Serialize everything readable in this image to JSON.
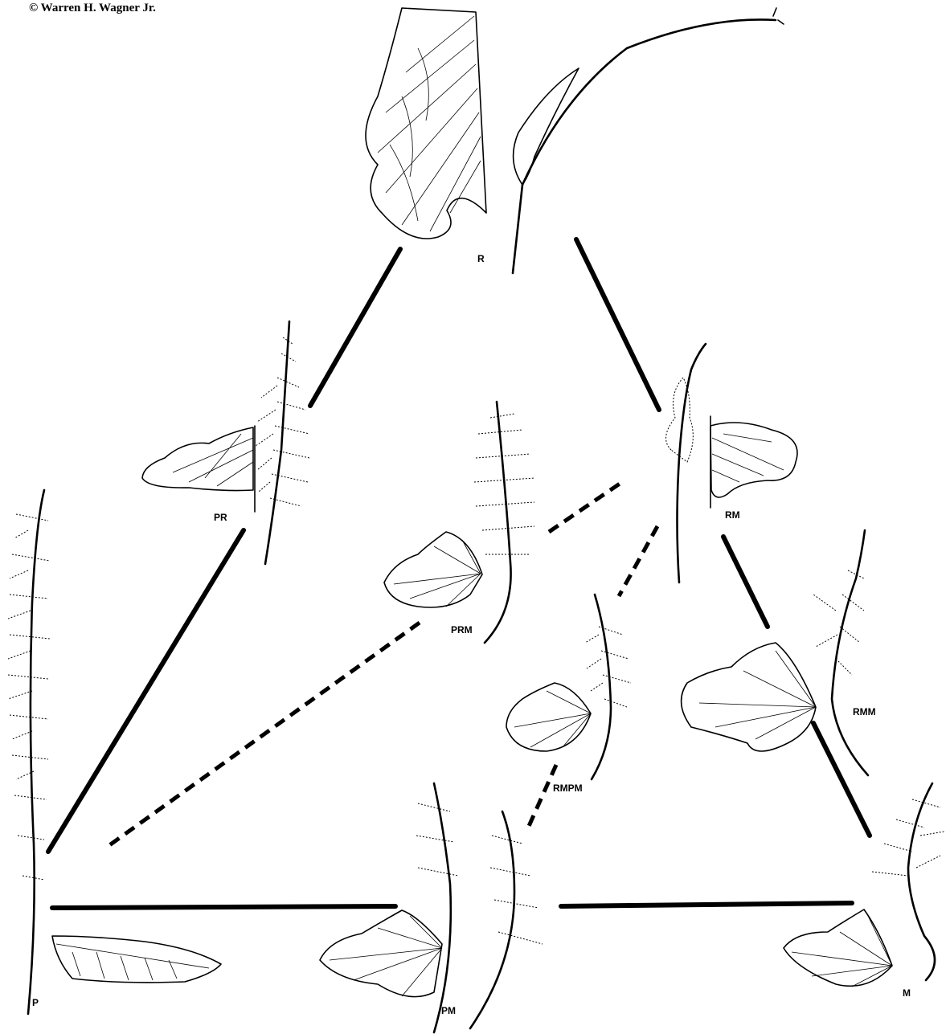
{
  "credit": "© Warren H. Wagner Jr.",
  "nodes": [
    {
      "id": "R",
      "label": "R"
    },
    {
      "id": "PR",
      "label": "PR"
    },
    {
      "id": "RM",
      "label": "RM"
    },
    {
      "id": "PRM",
      "label": "PRM"
    },
    {
      "id": "RMPM",
      "label": "RMPM"
    },
    {
      "id": "RMM",
      "label": "RMM"
    },
    {
      "id": "P",
      "label": "P"
    },
    {
      "id": "PM",
      "label": "PM"
    },
    {
      "id": "M",
      "label": "M"
    }
  ],
  "links": [
    {
      "from": "R",
      "to": "PR",
      "style": "solid"
    },
    {
      "from": "R",
      "to": "RM",
      "style": "solid"
    },
    {
      "from": "PR",
      "to": "P",
      "style": "solid"
    },
    {
      "from": "RM",
      "to": "RMM",
      "style": "solid"
    },
    {
      "from": "RMM",
      "to": "M",
      "style": "solid"
    },
    {
      "from": "P",
      "to": "PM",
      "style": "solid"
    },
    {
      "from": "PM",
      "to": "M",
      "style": "solid"
    },
    {
      "from": "PRM",
      "to": "RM",
      "style": "dashed"
    },
    {
      "from": "PRM",
      "to": "P",
      "style": "dashed"
    },
    {
      "from": "RM",
      "to": "RMPM",
      "style": "dashed"
    },
    {
      "from": "RMPM",
      "to": "PM",
      "style": "dashed"
    }
  ]
}
